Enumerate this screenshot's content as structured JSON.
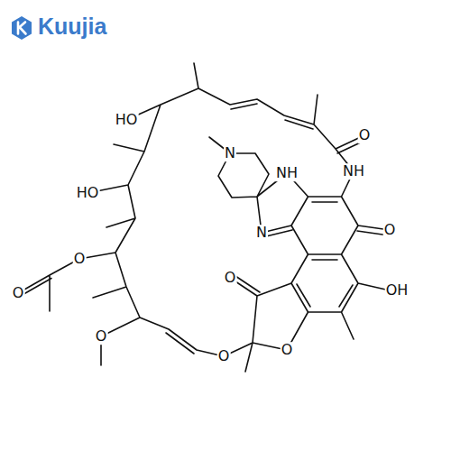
{
  "diagram": {
    "labels": [
      "Kuujia",
      "HO",
      "HO",
      "N",
      "NH",
      "O",
      "NH",
      "N",
      "O",
      "O",
      "OH",
      "O",
      "O",
      "O",
      "O",
      "O"
    ]
  }
}
